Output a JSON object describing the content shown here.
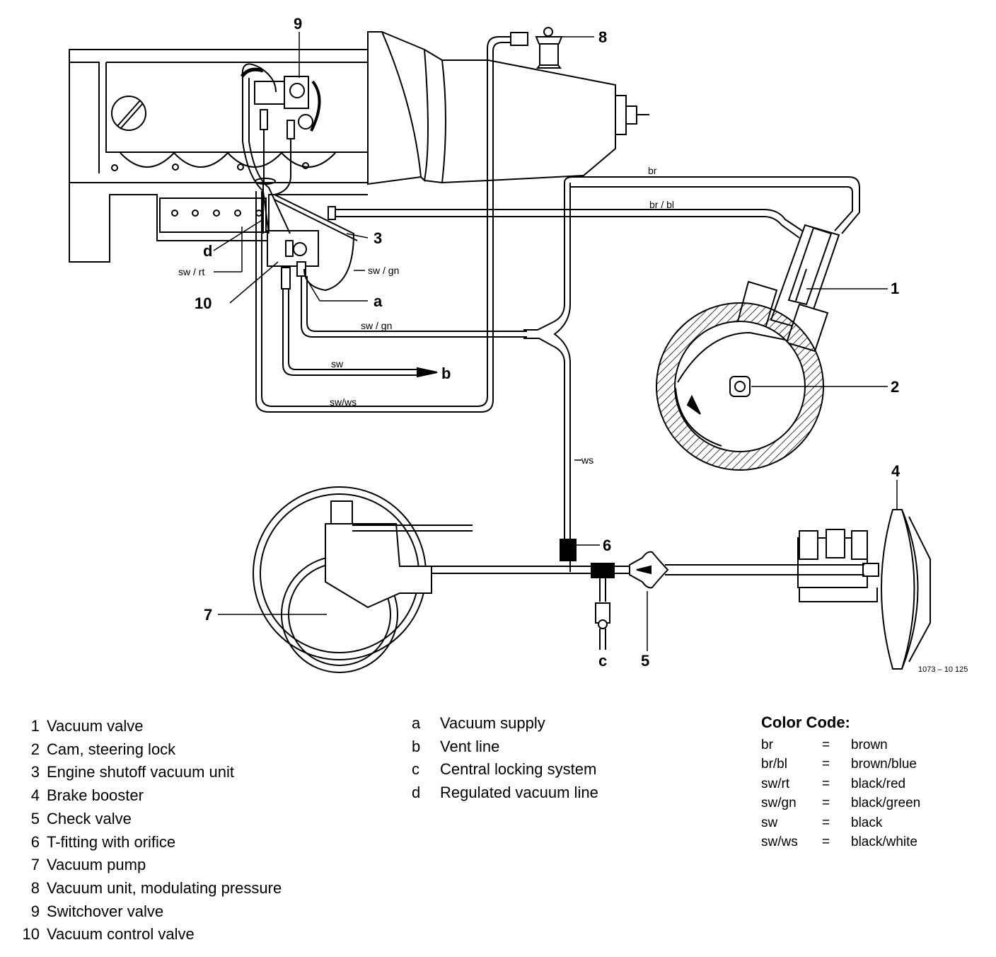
{
  "figure_id": "1073 – 10 125",
  "callouts": [
    "1",
    "2",
    "3",
    "4",
    "5",
    "6",
    "7",
    "8",
    "9",
    "10",
    "a",
    "b",
    "c",
    "d"
  ],
  "wire_labels": [
    "br",
    "br / bl",
    "sw / gn",
    "sw / rt",
    "sw / gn",
    "sw",
    "sw/ws",
    "ws"
  ],
  "parts_legend": [
    {
      "key": "1",
      "label": "Vacuum valve"
    },
    {
      "key": "2",
      "label": "Cam, steering lock"
    },
    {
      "key": "3",
      "label": "Engine shutoff vacuum unit"
    },
    {
      "key": "4",
      "label": "Brake booster"
    },
    {
      "key": "5",
      "label": "Check valve"
    },
    {
      "key": "6",
      "label": "T-fitting with orifice"
    },
    {
      "key": "7",
      "label": "Vacuum pump"
    },
    {
      "key": "8",
      "label": "Vacuum unit, modulating pressure"
    },
    {
      "key": "9",
      "label": "Switchover valve"
    },
    {
      "key": "10",
      "label": "Vacuum control valve"
    }
  ],
  "letters_legend": [
    {
      "key": "a",
      "label": "Vacuum supply"
    },
    {
      "key": "b",
      "label": "Vent line"
    },
    {
      "key": "c",
      "label": "Central locking system"
    },
    {
      "key": "d",
      "label": "Regulated vacuum line"
    }
  ],
  "color_code": {
    "heading": "Color Code:",
    "entries": [
      {
        "code": "br",
        "eq": "=",
        "name": "brown"
      },
      {
        "code": "br/bl",
        "eq": "=",
        "name": "brown/blue"
      },
      {
        "code": "sw/rt",
        "eq": "=",
        "name": "black/red"
      },
      {
        "code": "sw/gn",
        "eq": "=",
        "name": "black/green"
      },
      {
        "code": "sw",
        "eq": "=",
        "name": "black"
      },
      {
        "code": "sw/ws",
        "eq": "=",
        "name": "black/white"
      }
    ]
  }
}
